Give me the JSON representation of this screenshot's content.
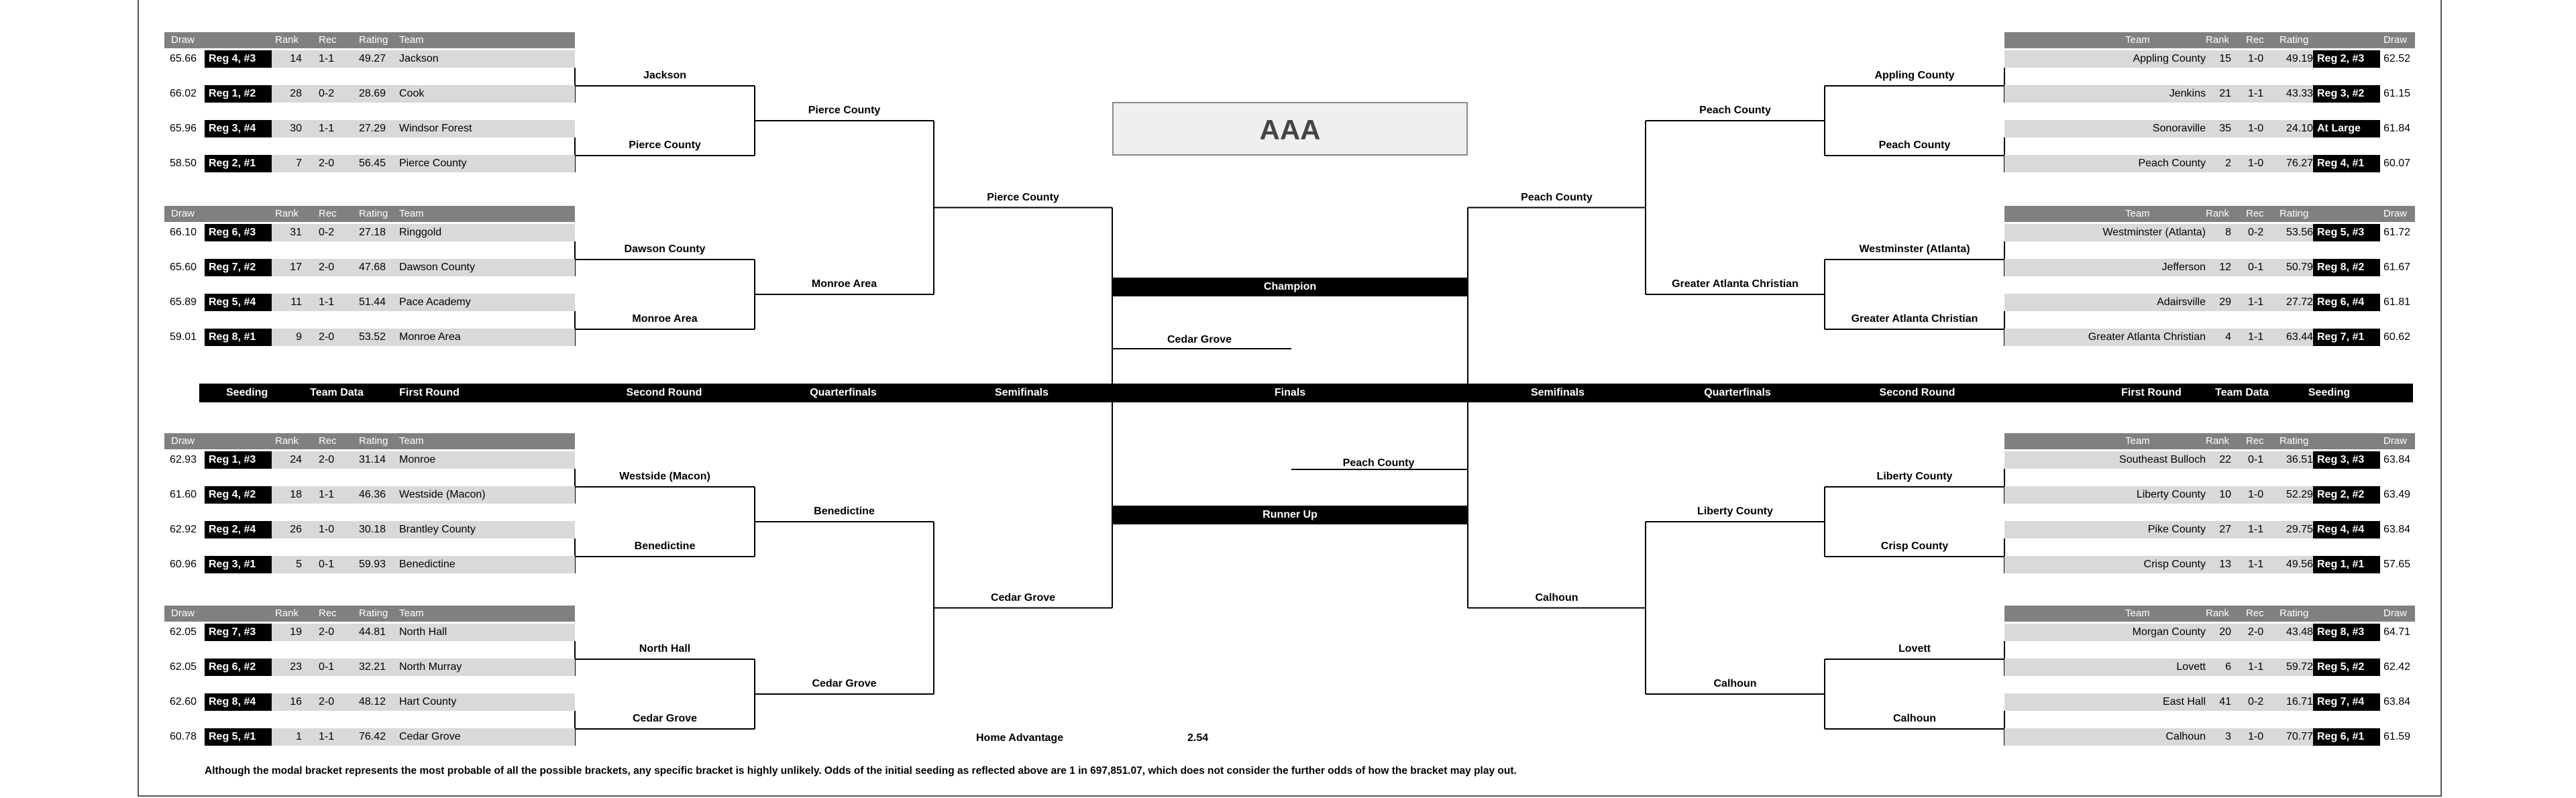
{
  "title": "AAA",
  "columns": {
    "draw": "Draw",
    "rank": "Rank",
    "rec": "Rec",
    "rating": "Rating",
    "team": "Team"
  },
  "left_groups": [
    {
      "teams": [
        {
          "draw": "65.66",
          "seed": "Reg 4, #3",
          "rank": "14",
          "rec": "1-1",
          "rating": "49.27",
          "team": "Jackson"
        },
        {
          "draw": "66.02",
          "seed": "Reg 1, #2",
          "rank": "28",
          "rec": "0-2",
          "rating": "28.69",
          "team": "Cook"
        },
        {
          "draw": "65.96",
          "seed": "Reg 3, #4",
          "rank": "30",
          "rec": "1-1",
          "rating": "27.29",
          "team": "Windsor Forest"
        },
        {
          "draw": "58.50",
          "seed": "Reg 2, #1",
          "rank": "7",
          "rec": "2-0",
          "rating": "56.45",
          "team": "Pierce County"
        }
      ]
    },
    {
      "teams": [
        {
          "draw": "66.10",
          "seed": "Reg 6, #3",
          "rank": "31",
          "rec": "0-2",
          "rating": "27.18",
          "team": "Ringgold"
        },
        {
          "draw": "65.60",
          "seed": "Reg 7, #2",
          "rank": "17",
          "rec": "2-0",
          "rating": "47.68",
          "team": "Dawson County"
        },
        {
          "draw": "65.89",
          "seed": "Reg 5, #4",
          "rank": "11",
          "rec": "1-1",
          "rating": "51.44",
          "team": "Pace Academy"
        },
        {
          "draw": "59.01",
          "seed": "Reg 8, #1",
          "rank": "9",
          "rec": "2-0",
          "rating": "53.52",
          "team": "Monroe Area"
        }
      ]
    },
    {
      "teams": [
        {
          "draw": "62.93",
          "seed": "Reg 1, #3",
          "rank": "24",
          "rec": "2-0",
          "rating": "31.14",
          "team": "Monroe"
        },
        {
          "draw": "61.60",
          "seed": "Reg 4, #2",
          "rank": "18",
          "rec": "1-1",
          "rating": "46.36",
          "team": "Westside (Macon)"
        },
        {
          "draw": "62.92",
          "seed": "Reg 2, #4",
          "rank": "26",
          "rec": "1-0",
          "rating": "30.18",
          "team": "Brantley County"
        },
        {
          "draw": "60.96",
          "seed": "Reg 3, #1",
          "rank": "5",
          "rec": "0-1",
          "rating": "59.93",
          "team": "Benedictine"
        }
      ]
    },
    {
      "teams": [
        {
          "draw": "62.05",
          "seed": "Reg 7, #3",
          "rank": "19",
          "rec": "2-0",
          "rating": "44.81",
          "team": "North Hall"
        },
        {
          "draw": "62.05",
          "seed": "Reg 6, #2",
          "rank": "23",
          "rec": "0-1",
          "rating": "32.21",
          "team": "North Murray"
        },
        {
          "draw": "62.60",
          "seed": "Reg 8, #4",
          "rank": "16",
          "rec": "2-0",
          "rating": "48.12",
          "team": "Hart County"
        },
        {
          "draw": "60.78",
          "seed": "Reg 5, #1",
          "rank": "1",
          "rec": "1-1",
          "rating": "76.42",
          "team": "Cedar Grove"
        }
      ]
    }
  ],
  "right_groups": [
    {
      "teams": [
        {
          "draw": "62.52",
          "seed": "Reg 2, #3",
          "rank": "15",
          "rec": "1-0",
          "rating": "49.19",
          "team": "Appling County"
        },
        {
          "draw": "61.15",
          "seed": "Reg 3, #2",
          "rank": "21",
          "rec": "1-1",
          "rating": "43.33",
          "team": "Jenkins"
        },
        {
          "draw": "61.84",
          "seed": "At Large",
          "rank": "35",
          "rec": "1-0",
          "rating": "24.10",
          "team": "Sonoraville"
        },
        {
          "draw": "60.07",
          "seed": "Reg 4, #1",
          "rank": "2",
          "rec": "1-0",
          "rating": "76.27",
          "team": "Peach County"
        }
      ]
    },
    {
      "teams": [
        {
          "draw": "61.72",
          "seed": "Reg 5, #3",
          "rank": "8",
          "rec": "0-2",
          "rating": "53.56",
          "team": "Westminster (Atlanta)"
        },
        {
          "draw": "61.67",
          "seed": "Reg 8, #2",
          "rank": "12",
          "rec": "0-1",
          "rating": "50.79",
          "team": "Jefferson"
        },
        {
          "draw": "61.81",
          "seed": "Reg 6, #4",
          "rank": "29",
          "rec": "1-1",
          "rating": "27.72",
          "team": "Adairsville"
        },
        {
          "draw": "60.62",
          "seed": "Reg 7, #1",
          "rank": "4",
          "rec": "1-1",
          "rating": "63.44",
          "team": "Greater Atlanta Christian"
        }
      ]
    },
    {
      "teams": [
        {
          "draw": "63.84",
          "seed": "Reg 3, #3",
          "rank": "22",
          "rec": "0-1",
          "rating": "36.51",
          "team": "Southeast Bulloch"
        },
        {
          "draw": "63.49",
          "seed": "Reg 2, #2",
          "rank": "10",
          "rec": "1-0",
          "rating": "52.29",
          "team": "Liberty County"
        },
        {
          "draw": "63.84",
          "seed": "Reg 4, #4",
          "rank": "27",
          "rec": "1-1",
          "rating": "29.75",
          "team": "Pike County"
        },
        {
          "draw": "57.65",
          "seed": "Reg 1, #1",
          "rank": "13",
          "rec": "1-1",
          "rating": "49.56",
          "team": "Crisp County"
        }
      ]
    },
    {
      "teams": [
        {
          "draw": "64.71",
          "seed": "Reg 8, #3",
          "rank": "20",
          "rec": "2-0",
          "rating": "43.48",
          "team": "Morgan County"
        },
        {
          "draw": "62.42",
          "seed": "Reg 5, #2",
          "rank": "6",
          "rec": "1-1",
          "rating": "59.72",
          "team": "Lovett"
        },
        {
          "draw": "63.84",
          "seed": "Reg 7, #4",
          "rank": "41",
          "rec": "0-2",
          "rating": "16.71",
          "team": "East Hall"
        },
        {
          "draw": "61.59",
          "seed": "Reg 6, #1",
          "rank": "3",
          "rec": "1-0",
          "rating": "70.77",
          "team": "Calhoun"
        }
      ]
    }
  ],
  "left_r2": [
    "Jackson",
    "Pierce County",
    "Dawson County",
    "Monroe Area",
    "Westside (Macon)",
    "Benedictine",
    "North Hall",
    "Cedar Grove"
  ],
  "left_qf": [
    "Pierce County",
    "Monroe Area",
    "Benedictine",
    "Cedar Grove"
  ],
  "left_sf": [
    "Pierce County",
    "Cedar Grove"
  ],
  "right_r2": [
    "Appling County",
    "Peach County",
    "Westminster (Atlanta)",
    "Greater Atlanta Christian",
    "Liberty County",
    "Crisp County",
    "Lovett",
    "Calhoun"
  ],
  "right_qf": [
    "Peach County",
    "Greater Atlanta Christian",
    "Liberty County",
    "Calhoun"
  ],
  "right_sf": [
    "Peach County",
    "Calhoun"
  ],
  "champion_label": "Champion",
  "champion": "Cedar Grove",
  "runner_up_label": "Runner Up",
  "runner_up": "Peach County",
  "stages": {
    "seeding": "Seeding",
    "team_data": "Team Data",
    "first_round": "First Round",
    "second_round": "Second Round",
    "quarterfinals": "Quarterfinals",
    "semifinals": "Semifinals",
    "finals": "Finals"
  },
  "home_advantage_label": "Home Advantage",
  "home_advantage_value": "2.54",
  "footnote": "Although the modal bracket represents the most probable of all the possible brackets, any specific bracket is highly unlikely.  Odds of the initial seeding as reflected above are 1 in 697,851.07, which does not consider the further odds of how the bracket may play out."
}
